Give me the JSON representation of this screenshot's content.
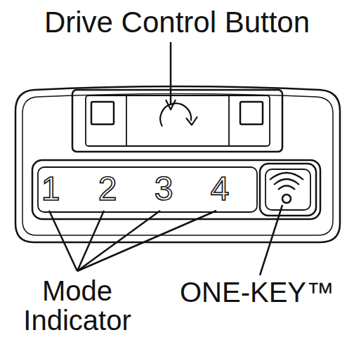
{
  "diagram": {
    "labels": [
      "Drive Control Button",
      "1",
      "2",
      "3",
      "4",
      "Mode Indicator",
      "ONE-KEY™"
    ]
  }
}
